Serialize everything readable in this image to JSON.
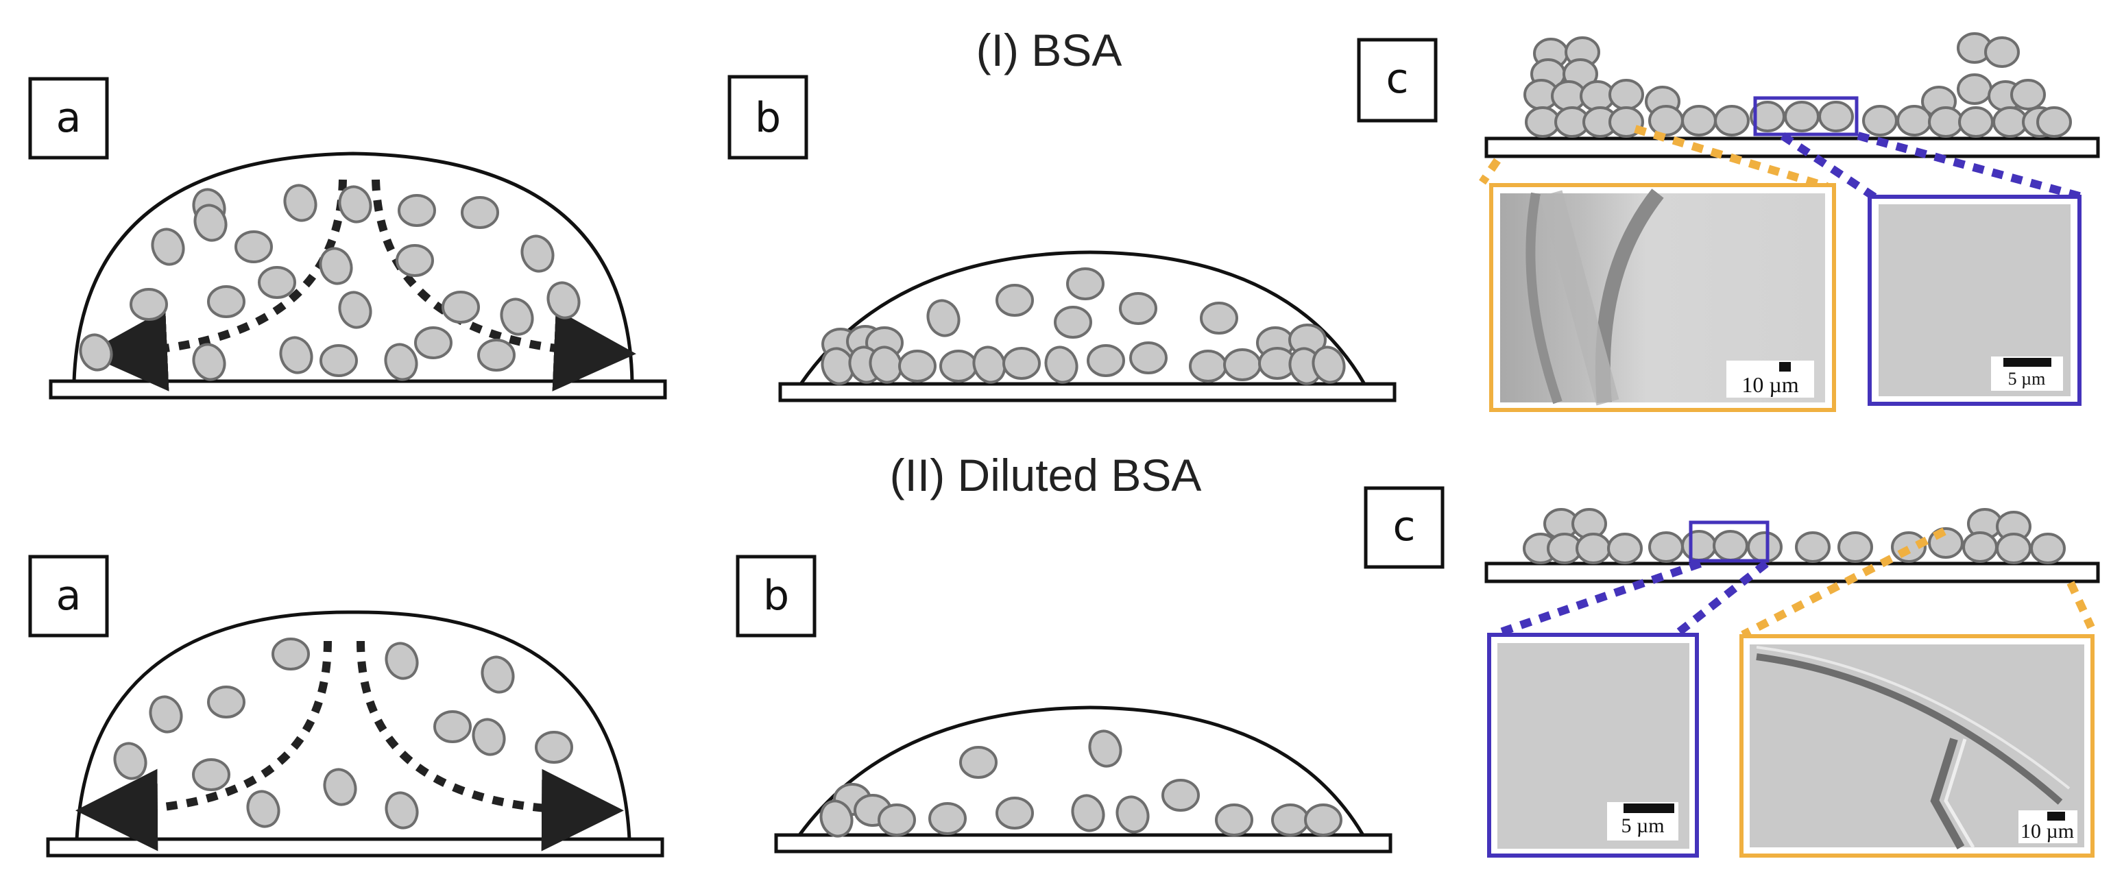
{
  "panel_I": {
    "title": "(I) BSA",
    "label_a": "a",
    "label_b": "b",
    "label_c": "c",
    "scale_left": "10 µm",
    "scale_right": "5 µm"
  },
  "panel_II": {
    "title": "(II) Diluted BSA",
    "label_a": "a",
    "label_b": "b",
    "label_c": "c",
    "scale_left": "5 µm",
    "scale_right": "10 µm"
  },
  "colors": {
    "particle_fill": "#c8c8c8",
    "particle_stroke": "#6e6e6e",
    "orange_frame": "#f0b040",
    "purple_frame": "#4433bb",
    "micrograph_bg": "#c9c9c9",
    "arrow": "#222222"
  },
  "icons": [
    "double-headed-flow-arrow-icon"
  ]
}
